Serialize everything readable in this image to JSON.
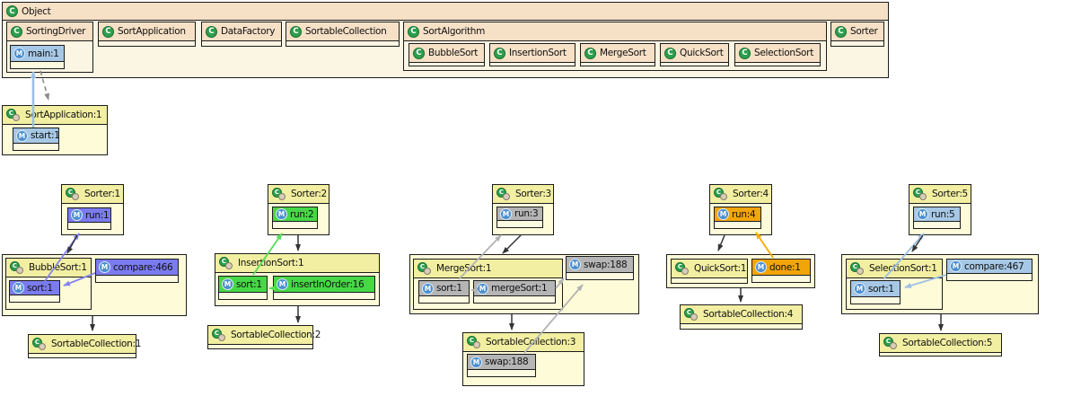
{
  "diagram_title": "Object",
  "colors": {
    "class_header": "#f6e0c6",
    "class_body": "#fbf5e3",
    "instance_header": "#f2efa2",
    "instance_body": "#fdfbd8",
    "blue": "#a6c8e6",
    "purple": "#7b7bf0",
    "green": "#46d846",
    "grey": "#b5b5b5",
    "orange": "#f2a509",
    "arrow_black": "#333333",
    "arrow_dashed_grey": "#8a8a8a",
    "arrow_blue": "#9dbfe4",
    "arrow_purple": "#8585f0",
    "arrow_green": "#55dd55",
    "arrow_grey": "#b3b3b3",
    "arrow_orange": "#f5ab00"
  },
  "nodes": [
    {
      "id": "object",
      "type": "class",
      "label": "Object"
    },
    {
      "id": "sortingdriver",
      "type": "class",
      "label": "SortingDriver"
    },
    {
      "id": "sortapplication",
      "type": "class",
      "label": "SortApplication"
    },
    {
      "id": "datafactory",
      "type": "class",
      "label": "DataFactory"
    },
    {
      "id": "sortablecollection",
      "type": "class",
      "label": "SortableCollection"
    },
    {
      "id": "sortalgorithm",
      "type": "class",
      "label": "SortAlgorithm"
    },
    {
      "id": "bubblesort",
      "type": "class",
      "label": "BubbleSort"
    },
    {
      "id": "insertionsort",
      "type": "class",
      "label": "InsertionSort"
    },
    {
      "id": "mergesort",
      "type": "class",
      "label": "MergeSort"
    },
    {
      "id": "quicksort",
      "type": "class",
      "label": "QuickSort"
    },
    {
      "id": "selectionsort",
      "type": "class",
      "label": "SelectionSort"
    },
    {
      "id": "sorter",
      "type": "class",
      "label": "Sorter"
    },
    {
      "id": "m-main",
      "type": "method",
      "label": "main:1",
      "color": "blue"
    },
    {
      "id": "inst-sortapplication-1",
      "type": "instance",
      "label": "SortApplication:1"
    },
    {
      "id": "m-start",
      "type": "method",
      "label": "start:1",
      "color": "blue"
    },
    {
      "id": "inst-sorter-1",
      "type": "instance",
      "label": "Sorter:1"
    },
    {
      "id": "m-run1",
      "type": "method",
      "label": "run:1",
      "color": "purple"
    },
    {
      "id": "grp-bubble",
      "type": "group"
    },
    {
      "id": "inst-bubblesort-1",
      "type": "instance",
      "label": "BubbleSort:1"
    },
    {
      "id": "m-sort-b",
      "type": "method",
      "label": "sort:1",
      "color": "purple"
    },
    {
      "id": "m-compare466",
      "type": "method",
      "label": "compare:466",
      "color": "purple"
    },
    {
      "id": "inst-sortablecollection-1",
      "type": "instance",
      "label": "SortableCollection:1"
    },
    {
      "id": "inst-sorter-2",
      "type": "instance",
      "label": "Sorter:2"
    },
    {
      "id": "m-run2",
      "type": "method",
      "label": "run:2",
      "color": "green"
    },
    {
      "id": "inst-insertionsort-1",
      "type": "instance",
      "label": "InsertionSort:1"
    },
    {
      "id": "m-sort-i",
      "type": "method",
      "label": "sort:1",
      "color": "green"
    },
    {
      "id": "m-insertinorder",
      "type": "method",
      "label": "insertInOrder:16",
      "color": "green"
    },
    {
      "id": "inst-sortablecollection-2",
      "type": "instance",
      "label": "SortableCollection:2"
    },
    {
      "id": "inst-sorter-3",
      "type": "instance",
      "label": "Sorter:3"
    },
    {
      "id": "m-run3",
      "type": "method",
      "label": "run:3",
      "color": "grey"
    },
    {
      "id": "grp-merge",
      "type": "group"
    },
    {
      "id": "inst-mergesort-1",
      "type": "instance",
      "label": "MergeSort:1"
    },
    {
      "id": "m-sort-m",
      "type": "method",
      "label": "sort:1",
      "color": "grey"
    },
    {
      "id": "m-mergesort",
      "type": "method",
      "label": "mergeSort:1",
      "color": "grey"
    },
    {
      "id": "m-swap-o",
      "type": "method",
      "label": "swap:188",
      "color": "grey"
    },
    {
      "id": "inst-sortablecollection-3",
      "type": "instance",
      "label": "SortableCollection:3"
    },
    {
      "id": "m-swap-i",
      "type": "method",
      "label": "swap:188",
      "color": "grey"
    },
    {
      "id": "inst-sorter-4",
      "type": "instance",
      "label": "Sorter:4"
    },
    {
      "id": "m-run4",
      "type": "method",
      "label": "run:4",
      "color": "orange"
    },
    {
      "id": "grp-quick",
      "type": "group"
    },
    {
      "id": "inst-quicksort-1",
      "type": "instance",
      "label": "QuickSort:1"
    },
    {
      "id": "m-done",
      "type": "method",
      "label": "done:1",
      "color": "orange"
    },
    {
      "id": "inst-sortablecollection-4",
      "type": "instance",
      "label": "SortableCollection:4"
    },
    {
      "id": "inst-sorter-5",
      "type": "instance",
      "label": "Sorter:5"
    },
    {
      "id": "m-run5",
      "type": "method",
      "label": "run:5",
      "color": "blue"
    },
    {
      "id": "grp-selection",
      "type": "group"
    },
    {
      "id": "inst-selectionsort-1",
      "type": "instance",
      "label": "SelectionSort:1"
    },
    {
      "id": "m-sort-s",
      "type": "method",
      "label": "sort:1",
      "color": "blue"
    },
    {
      "id": "m-compare467",
      "type": "method",
      "label": "compare:467",
      "color": "blue"
    },
    {
      "id": "inst-sortablecollection-5",
      "type": "instance",
      "label": "SortableCollection:5"
    }
  ],
  "arrows": [
    {
      "id": "a1",
      "from": "m-start",
      "to": "m-main",
      "color": "blue",
      "style": "solid"
    },
    {
      "id": "a2",
      "from": "m-main",
      "to": "inst-sortapplication-1",
      "color": "dashed_grey",
      "style": "dashed"
    },
    {
      "id": "a3",
      "from": "m-sort-b",
      "to": "m-run1",
      "color": "purple",
      "style": "solid"
    },
    {
      "id": "a4",
      "from": "m-compare466",
      "to": "m-sort-b",
      "color": "purple",
      "style": "solid"
    },
    {
      "id": "a5",
      "from": "inst-sorter-1",
      "to": "grp-bubble",
      "color": "black",
      "style": "solid"
    },
    {
      "id": "a6",
      "from": "grp-bubble",
      "to": "inst-sortablecollection-1",
      "color": "black",
      "style": "solid"
    },
    {
      "id": "a7",
      "from": "m-sort-i",
      "to": "m-run2",
      "color": "green",
      "style": "solid"
    },
    {
      "id": "a8",
      "from": "m-insertinorder",
      "to": "m-sort-i",
      "color": "green",
      "style": "solid"
    },
    {
      "id": "a9",
      "from": "inst-sorter-2",
      "to": "inst-insertionsort-1",
      "color": "black",
      "style": "solid"
    },
    {
      "id": "a10",
      "from": "inst-insertionsort-1",
      "to": "inst-sortablecollection-2",
      "color": "black",
      "style": "solid"
    },
    {
      "id": "a11",
      "from": "m-sort-m",
      "to": "m-run3",
      "color": "grey",
      "style": "solid"
    },
    {
      "id": "a12",
      "from": "m-mergesort",
      "to": "m-sort-m",
      "color": "grey",
      "style": "solid"
    },
    {
      "id": "a13",
      "from": "m-mergesort",
      "to": "m-swap-o",
      "color": "grey",
      "style": "solid"
    },
    {
      "id": "a14",
      "from": "m-swap-i",
      "to": "m-swap-o",
      "color": "grey",
      "style": "solid"
    },
    {
      "id": "a15",
      "from": "inst-sorter-3",
      "to": "grp-merge",
      "color": "black",
      "style": "solid"
    },
    {
      "id": "a16",
      "from": "grp-merge",
      "to": "inst-sortablecollection-3",
      "color": "black",
      "style": "solid"
    },
    {
      "id": "a17",
      "from": "m-done",
      "to": "m-run4",
      "color": "orange",
      "style": "solid"
    },
    {
      "id": "a18",
      "from": "inst-sorter-4",
      "to": "grp-quick",
      "color": "black",
      "style": "solid"
    },
    {
      "id": "a19",
      "from": "grp-quick",
      "to": "inst-sortablecollection-4",
      "color": "black",
      "style": "solid"
    },
    {
      "id": "a20",
      "from": "m-sort-s",
      "to": "m-run5",
      "color": "blue",
      "style": "solid"
    },
    {
      "id": "a21",
      "from": "m-compare467",
      "to": "m-sort-s",
      "color": "blue",
      "style": "solid"
    },
    {
      "id": "a22",
      "from": "inst-sorter-5",
      "to": "grp-selection",
      "color": "black",
      "style": "solid"
    },
    {
      "id": "a23",
      "from": "grp-selection",
      "to": "inst-sortablecollection-5",
      "color": "black",
      "style": "solid"
    }
  ]
}
